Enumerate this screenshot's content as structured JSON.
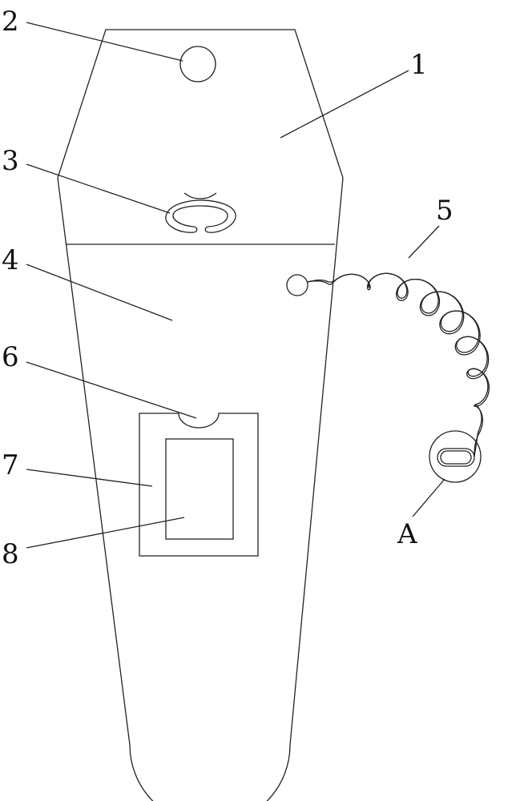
{
  "labels": {
    "l1": "1",
    "l2": "2",
    "l3": "3",
    "l4": "4",
    "l5": "5",
    "l6": "6",
    "l7": "7",
    "l8": "8",
    "lA": "A"
  }
}
